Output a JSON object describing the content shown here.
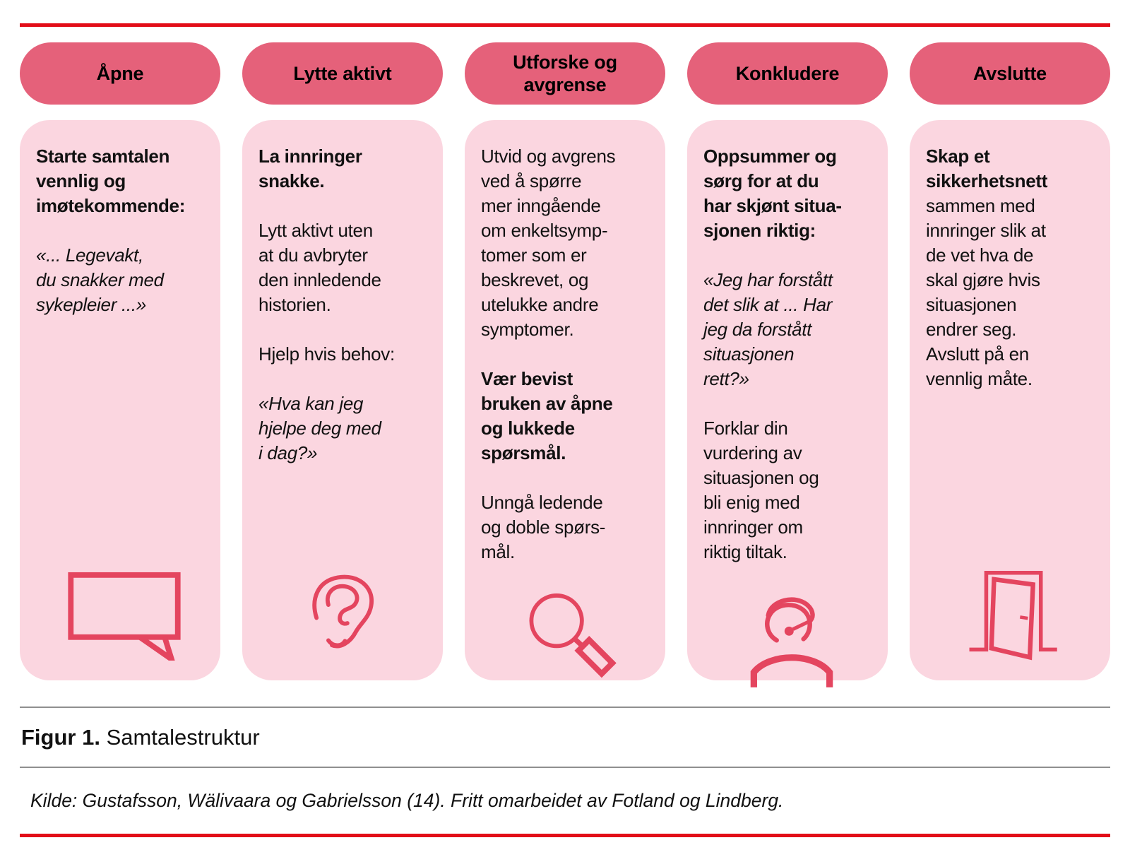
{
  "colors": {
    "pill": "#e5617a",
    "card": "#fbd6e0",
    "icon": "#e4455f",
    "rule": "#e20d18",
    "divider": "#8f8f8f",
    "text": "#111111"
  },
  "figure": {
    "caption_label": "Figur 1.",
    "caption_text": " Samtalestruktur",
    "source": "Kilde: Gustafsson, Wälivaara og Gabrielsson (14). Fritt omarbeidet av Fotland og Lindberg."
  },
  "columns": [
    {
      "header": "Åpne",
      "icon": "speech-bubble-icon",
      "paragraphs": [
        {
          "style": "bold",
          "text": "Starte samtalen\nvennlig og\nimøtekommende:"
        },
        {
          "style": "italic",
          "text": "«... Legevakt,\ndu snakker med\nsykepleier ...»"
        }
      ]
    },
    {
      "header": "Lytte aktivt",
      "icon": "ear-icon",
      "paragraphs": [
        {
          "style": "bold",
          "text": "La innringer\nsnakke."
        },
        {
          "style": "regular",
          "text": "Lytt aktivt uten\nat du avbryter\nden innledende\nhistorien."
        },
        {
          "style": "regular",
          "text": "Hjelp hvis behov:"
        },
        {
          "style": "italic",
          "text": "«Hva kan jeg\nhjelpe deg med\ni dag?»"
        }
      ]
    },
    {
      "header": "Utforske og\navgrense",
      "icon": "magnifier-icon",
      "paragraphs": [
        {
          "style": "regular",
          "text": "Utvid og avgrens\nved å spørre\nmer inngående\nom enkeltsymp-\ntomer som er\nbeskrevet, og\nutelukke andre\nsymptomer."
        },
        {
          "style": "bold",
          "text": "Vær bevist\nbruken av åpne\nog lukkede\nspørsmål."
        },
        {
          "style": "regular",
          "text": "Unngå ledende\nog doble spørs-\nmål."
        }
      ]
    },
    {
      "header": "Konkludere",
      "icon": "headset-person-icon",
      "paragraphs": [
        {
          "style": "bold",
          "text": "Oppsummer og\nsørg for at du\nhar skjønt situa-\nsjonen riktig:"
        },
        {
          "style": "italic",
          "text": "«Jeg har forstått\ndet slik at ... Har\njeg da forstått\nsituasjonen\nrett?»"
        },
        {
          "style": "regular",
          "text": "Forklar din\nvurdering av\nsituasjonen og\nbli enig med\ninnringer om\nriktig tiltak."
        }
      ]
    },
    {
      "header": "Avslutte",
      "icon": "door-icon",
      "paragraphs": [
        {
          "style": "bold",
          "text": "Skap et\nsikkerhetsnett"
        },
        {
          "style": "regular",
          "text": "sammen med\ninnringer slik at\nde vet hva de\nskal gjøre hvis\nsituasjonen\nendrer seg.\nAvslutt på en\nvennlig måte."
        }
      ]
    }
  ]
}
